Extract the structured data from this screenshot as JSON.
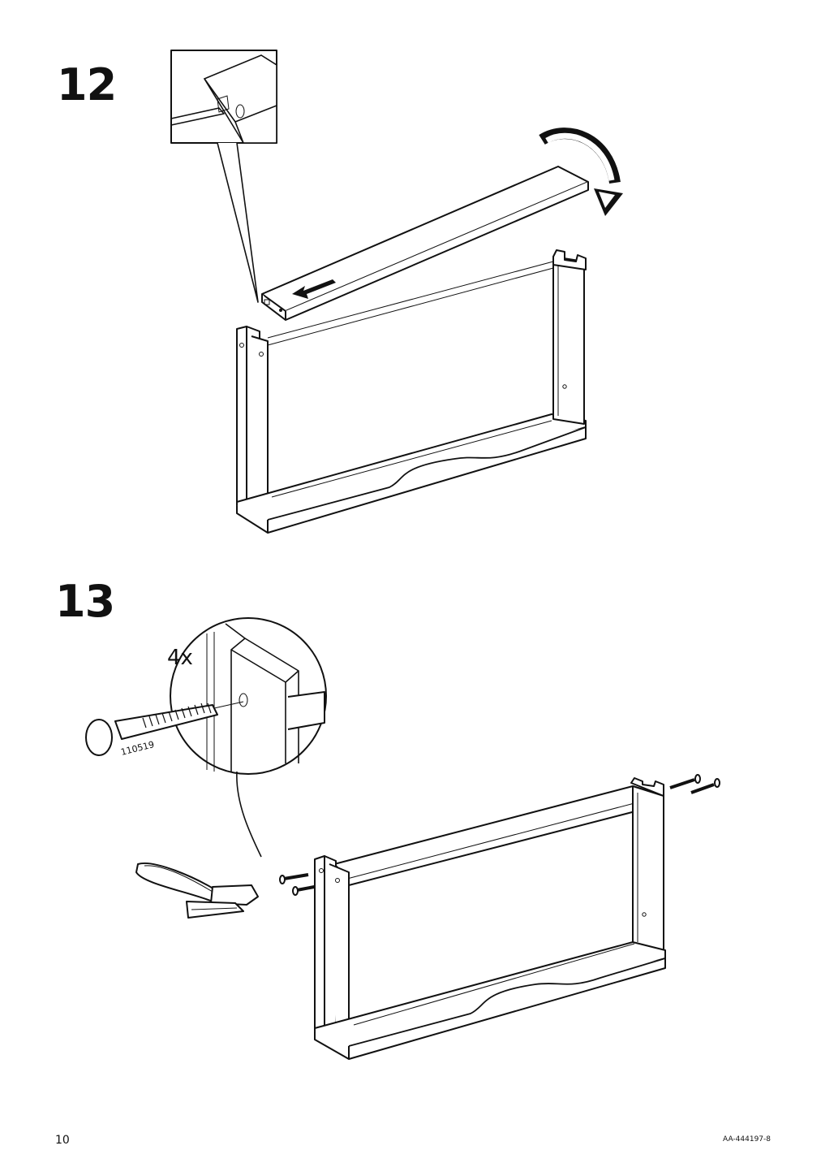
{
  "steps": [
    {
      "number": "12"
    },
    {
      "number": "13",
      "quantity_label": "4x",
      "part_number": "110519"
    }
  ],
  "footer": {
    "page_number": "10",
    "document_code": "AA-444197-8"
  },
  "icons": {
    "step12": [
      "detail-callout-box",
      "rotate-arrow-icon",
      "slide-arrow-icon"
    ],
    "step13": [
      "detail-callout-circle",
      "dowel-pin-icon",
      "hammer-icon"
    ]
  }
}
